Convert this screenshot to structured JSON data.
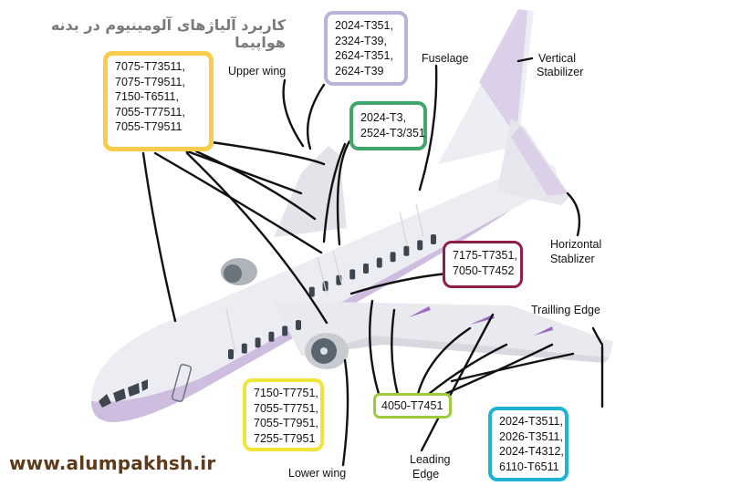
{
  "title": "کاربرد آلیاژهای آلومینیوم در بدنه هواپیما",
  "website": "www.alumpakhsh.ir",
  "colors": {
    "body": "#ecedf2",
    "belly": "#cfbde0",
    "tail_accent": "#d9c9e6",
    "window": "#3d4650",
    "line": "#111111",
    "box_yellow": "#f9cd4b",
    "box_purple": "#b9b3d9",
    "box_green": "#3ea76a",
    "box_maroon": "#8f1e48",
    "box_lime": "#9ccc3c",
    "box_yellow2": "#f0e63a",
    "box_cyan": "#1fb3d2"
  },
  "boxes": {
    "upper_wing": [
      "7075-T73511,",
      "7075-T79511,",
      "7150-T6511,",
      "7055-T77511,",
      "7055-T79511"
    ],
    "fuselage_top": [
      "2024-T351,",
      "2324-T39,",
      "2624-T351,",
      "2624-T39"
    ],
    "fuselage_mid": [
      "2024-T3,",
      "2524-T3/351"
    ],
    "stabilizer": [
      "7175-T7351,",
      "7050-T7452"
    ],
    "lower_wing": [
      "7150-T7751,",
      "7055-T7751,",
      "7055-T7951,",
      "7255-T7951"
    ],
    "leading_edge": [
      "4050-T7451"
    ],
    "trailing_edge": [
      "2024-T3511,",
      "2026-T3511,",
      "2024-T4312,",
      "6110-T6511"
    ]
  },
  "labels": {
    "upper_wing": "Upper wing",
    "fuselage": "Fuselage",
    "vertical_stabilizer": [
      "Vertical",
      "Stabilizer"
    ],
    "horizontal_stabilizer": [
      "Horizontal",
      "Stablizer"
    ],
    "trailing_edge": "Trailling Edge",
    "lower_wing": "Lower wing",
    "leading_edge": [
      "Leading",
      "Edge"
    ]
  }
}
